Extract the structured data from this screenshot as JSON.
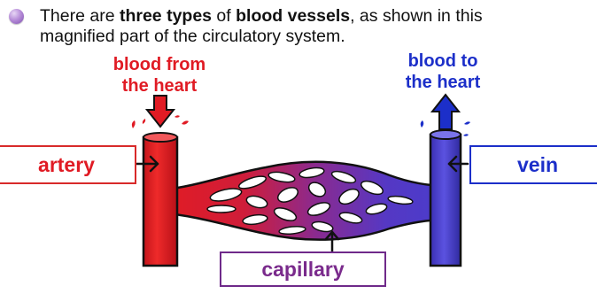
{
  "intro": {
    "part1": "There are ",
    "bold1": "three types",
    "part2": " of ",
    "bold2": "blood vessels",
    "part3": ", as shown in this",
    "line2": "magnified part of the circulatory system."
  },
  "labels": {
    "from_heart_line1": "blood from",
    "from_heart_line2": "the heart",
    "to_heart_line1": "blood to",
    "to_heart_line2": "the heart"
  },
  "boxes": {
    "artery": "artery",
    "vein": "vein",
    "capillary": "capillary"
  },
  "colors": {
    "artery": "#e01b24",
    "vein": "#3a34c8",
    "box_red": "#d82a2a",
    "box_blue": "#1c2fc9",
    "box_purple": "#6f2a8a",
    "bullet": "#a57bd0"
  }
}
